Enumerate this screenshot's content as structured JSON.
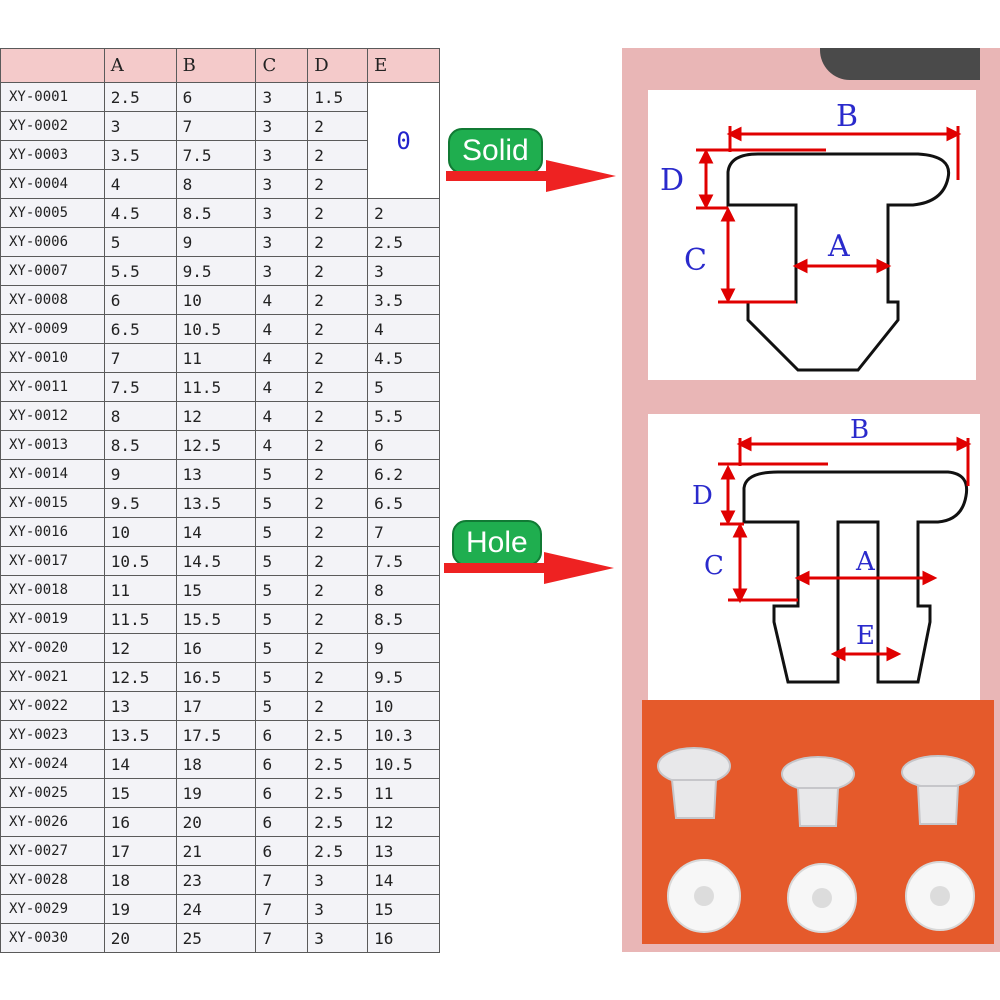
{
  "table": {
    "headers": [
      "",
      "A",
      "B",
      "C",
      "D",
      "E"
    ],
    "merged_e_value": "0",
    "rows": [
      [
        "XY-0001",
        "2.5",
        "6",
        "3",
        "1.5",
        ""
      ],
      [
        "XY-0002",
        "3",
        "7",
        "3",
        "2",
        ""
      ],
      [
        "XY-0003",
        "3.5",
        "7.5",
        "3",
        "2",
        ""
      ],
      [
        "XY-0004",
        "4",
        "8",
        "3",
        "2",
        ""
      ],
      [
        "XY-0005",
        "4.5",
        "8.5",
        "3",
        "2",
        "2"
      ],
      [
        "XY-0006",
        "5",
        "9",
        "3",
        "2",
        "2.5"
      ],
      [
        "XY-0007",
        "5.5",
        "9.5",
        "3",
        "2",
        "3"
      ],
      [
        "XY-0008",
        "6",
        "10",
        "4",
        "2",
        "3.5"
      ],
      [
        "XY-0009",
        "6.5",
        "10.5",
        "4",
        "2",
        "4"
      ],
      [
        "XY-0010",
        "7",
        "11",
        "4",
        "2",
        "4.5"
      ],
      [
        "XY-0011",
        "7.5",
        "11.5",
        "4",
        "2",
        "5"
      ],
      [
        "XY-0012",
        "8",
        "12",
        "4",
        "2",
        "5.5"
      ],
      [
        "XY-0013",
        "8.5",
        "12.5",
        "4",
        "2",
        "6"
      ],
      [
        "XY-0014",
        "9",
        "13",
        "5",
        "2",
        "6.2"
      ],
      [
        "XY-0015",
        "9.5",
        "13.5",
        "5",
        "2",
        "6.5"
      ],
      [
        "XY-0016",
        "10",
        "14",
        "5",
        "2",
        "7"
      ],
      [
        "XY-0017",
        "10.5",
        "14.5",
        "5",
        "2",
        "7.5"
      ],
      [
        "XY-0018",
        "11",
        "15",
        "5",
        "2",
        "8"
      ],
      [
        "XY-0019",
        "11.5",
        "15.5",
        "5",
        "2",
        "8.5"
      ],
      [
        "XY-0020",
        "12",
        "16",
        "5",
        "2",
        "9"
      ],
      [
        "XY-0021",
        "12.5",
        "16.5",
        "5",
        "2",
        "9.5"
      ],
      [
        "XY-0022",
        "13",
        "17",
        "5",
        "2",
        "10"
      ],
      [
        "XY-0023",
        "13.5",
        "17.5",
        "6",
        "2.5",
        "10.3"
      ],
      [
        "XY-0024",
        "14",
        "18",
        "6",
        "2.5",
        "10.5"
      ],
      [
        "XY-0025",
        "15",
        "19",
        "6",
        "2.5",
        "11"
      ],
      [
        "XY-0026",
        "16",
        "20",
        "6",
        "2.5",
        "12"
      ],
      [
        "XY-0027",
        "17",
        "21",
        "6",
        "2.5",
        "13"
      ],
      [
        "XY-0028",
        "18",
        "23",
        "7",
        "3",
        "14"
      ],
      [
        "XY-0029",
        "19",
        "24",
        "7",
        "3",
        "15"
      ],
      [
        "XY-0030",
        "20",
        "25",
        "7",
        "3",
        "16"
      ]
    ]
  },
  "labels": {
    "solid": "Solid",
    "hole": "Hole"
  },
  "diagram_solid": {
    "a": "A",
    "b": "B",
    "c": "C",
    "d": "D"
  },
  "diagram_hole": {
    "a": "A",
    "b": "B",
    "c": "C",
    "d": "D",
    "e": "E"
  },
  "colors": {
    "dimension": "#e00000",
    "label_text": "#2a2acc",
    "pill": "#1fae4f",
    "sheet_bg": "#f4caca",
    "photo_bg": "#e55a2b"
  }
}
